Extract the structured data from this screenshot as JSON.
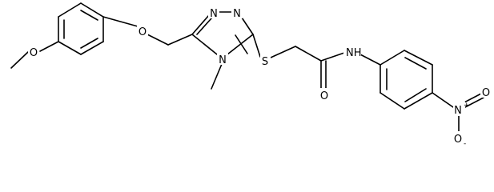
{
  "structure": {
    "atoms": {
      "methoxy_o": "O",
      "ether_o": "O",
      "triazole_n1": "N",
      "triazole_n2": "N",
      "triazole_n4": "N",
      "thioether_s": "S",
      "carbonyl_o": "O",
      "amide_nh": "N",
      "amide_h": "H",
      "nitro_n": "N",
      "nitro_n_charge": "+",
      "nitro_o_top": "O",
      "nitro_o_bottom": "O",
      "nitro_o_charge": "-"
    }
  },
  "colors": {
    "bond": "#000000",
    "background": "#ffffff"
  }
}
